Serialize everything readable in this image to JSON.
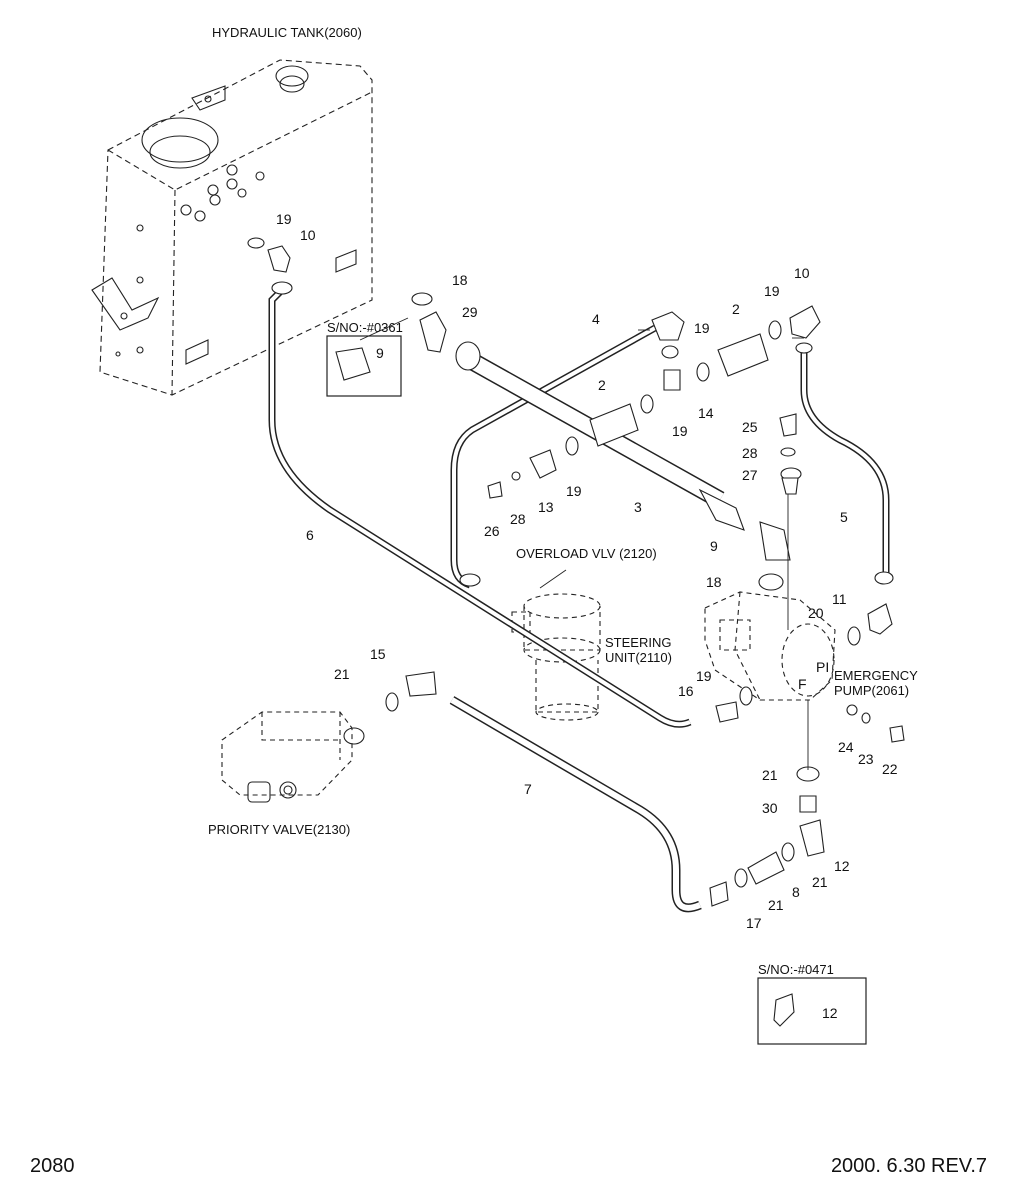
{
  "components": {
    "hydraulic_tank": "HYDRAULIC TANK(2060)",
    "overload_valve": "OVERLOAD VLV (2120)",
    "steering_unit_line1": "STEERING",
    "steering_unit_line2": "UNIT(2110)",
    "emergency_pump_line1": "EMERGENCY",
    "emergency_pump_line2": "PUMP(2061)",
    "priority_valve": "PRIORITY VALVE(2130)"
  },
  "port_labels": {
    "pi": "PI",
    "f": "F"
  },
  "inset_boxes": [
    {
      "serial": "S/NO:-#0361",
      "part": "9"
    },
    {
      "serial": "S/NO:-#0471",
      "part": "12"
    }
  ],
  "callouts": {
    "c19a": "19",
    "c10a": "10",
    "c18a": "18",
    "c29": "29",
    "c4": "4",
    "c19b": "19",
    "c2a": "2",
    "c19c": "19",
    "c10b": "10",
    "c2b": "2",
    "c14": "14",
    "c19d": "19",
    "c19e": "19",
    "c25": "25",
    "c28a": "28",
    "c27": "27",
    "c26": "26",
    "c28b": "28",
    "c13": "13",
    "c3": "3",
    "c6": "6",
    "c5": "5",
    "c9": "9",
    "c18b": "18",
    "c20": "20",
    "c11": "11",
    "c15": "15",
    "c21a": "21",
    "c19f": "19",
    "c16": "16",
    "c24": "24",
    "c23": "23",
    "c22": "22",
    "c21b": "21",
    "c7": "7",
    "c30": "30",
    "c12": "12",
    "c21c": "21",
    "c8": "8",
    "c21d": "21",
    "c17": "17"
  },
  "footer": {
    "page_number": "2080",
    "revision": "2000. 6.30  REV.7"
  }
}
